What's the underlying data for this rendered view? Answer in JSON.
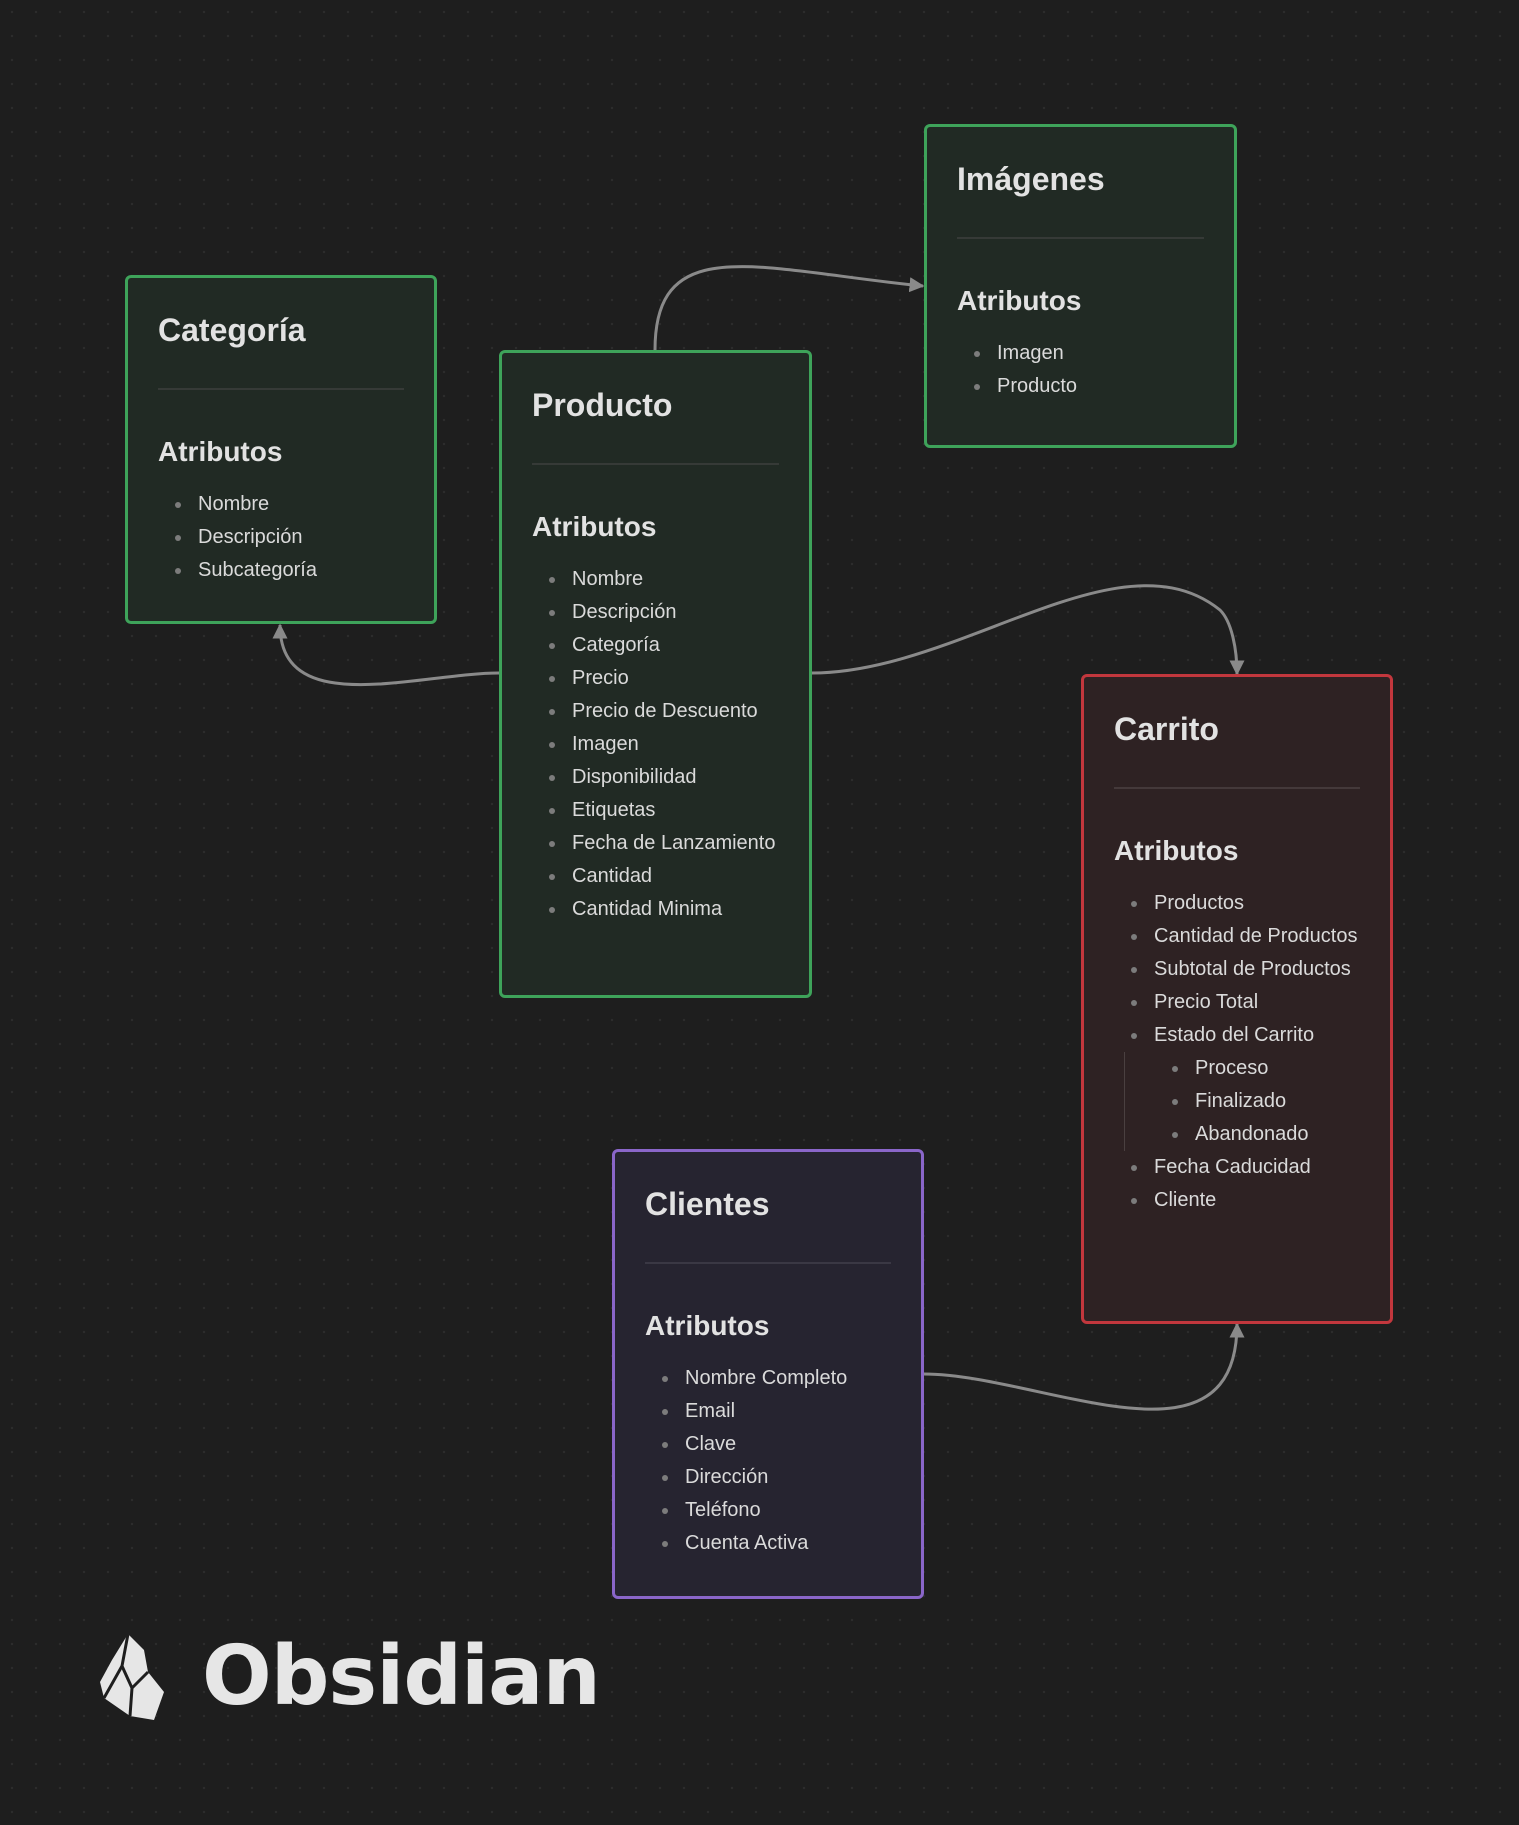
{
  "colors": {
    "green": "#3ea35a",
    "red": "#c2373d",
    "purple": "#8a66c9",
    "edge": "#8a8a8a",
    "canvas": "#1e1e1e"
  },
  "nodes": {
    "categoria": {
      "title": "Categoría",
      "section": "Atributos",
      "items": [
        "Nombre",
        "Descripción",
        "Subcategoría"
      ]
    },
    "producto": {
      "title": "Producto",
      "section": "Atributos",
      "items": [
        "Nombre",
        "Descripción",
        "Categoría",
        "Precio",
        "Precio de Descuento",
        "Imagen",
        "Disponibilidad",
        "Etiquetas",
        "Fecha de Lanzamiento",
        "Cantidad",
        "Cantidad Minima"
      ]
    },
    "imagenes": {
      "title": "Imágenes",
      "section": "Atributos",
      "items": [
        "Imagen",
        "Producto"
      ]
    },
    "carrito": {
      "title": "Carrito",
      "section": "Atributos",
      "items": [
        "Productos",
        "Cantidad de Productos",
        "Subtotal de Productos",
        "Precio Total",
        "Estado del Carrito"
      ],
      "estado_subitems": [
        "Proceso",
        "Finalizado",
        "Abandonado"
      ],
      "items_after": [
        "Fecha Caducidad",
        "Cliente"
      ]
    },
    "clientes": {
      "title": "Clientes",
      "section": "Atributos",
      "items": [
        "Nombre Completo",
        "Email",
        "Clave",
        "Dirección",
        "Teléfono",
        "Cuenta Activa"
      ]
    }
  },
  "edges": [
    {
      "from": "producto",
      "to": "imagenes"
    },
    {
      "from": "producto",
      "to": "categoria"
    },
    {
      "from": "producto",
      "to": "carrito"
    },
    {
      "from": "clientes",
      "to": "carrito"
    }
  ],
  "branding": {
    "logo_icon": "obsidian-crystal-icon",
    "wordmark": "Obsidian"
  }
}
